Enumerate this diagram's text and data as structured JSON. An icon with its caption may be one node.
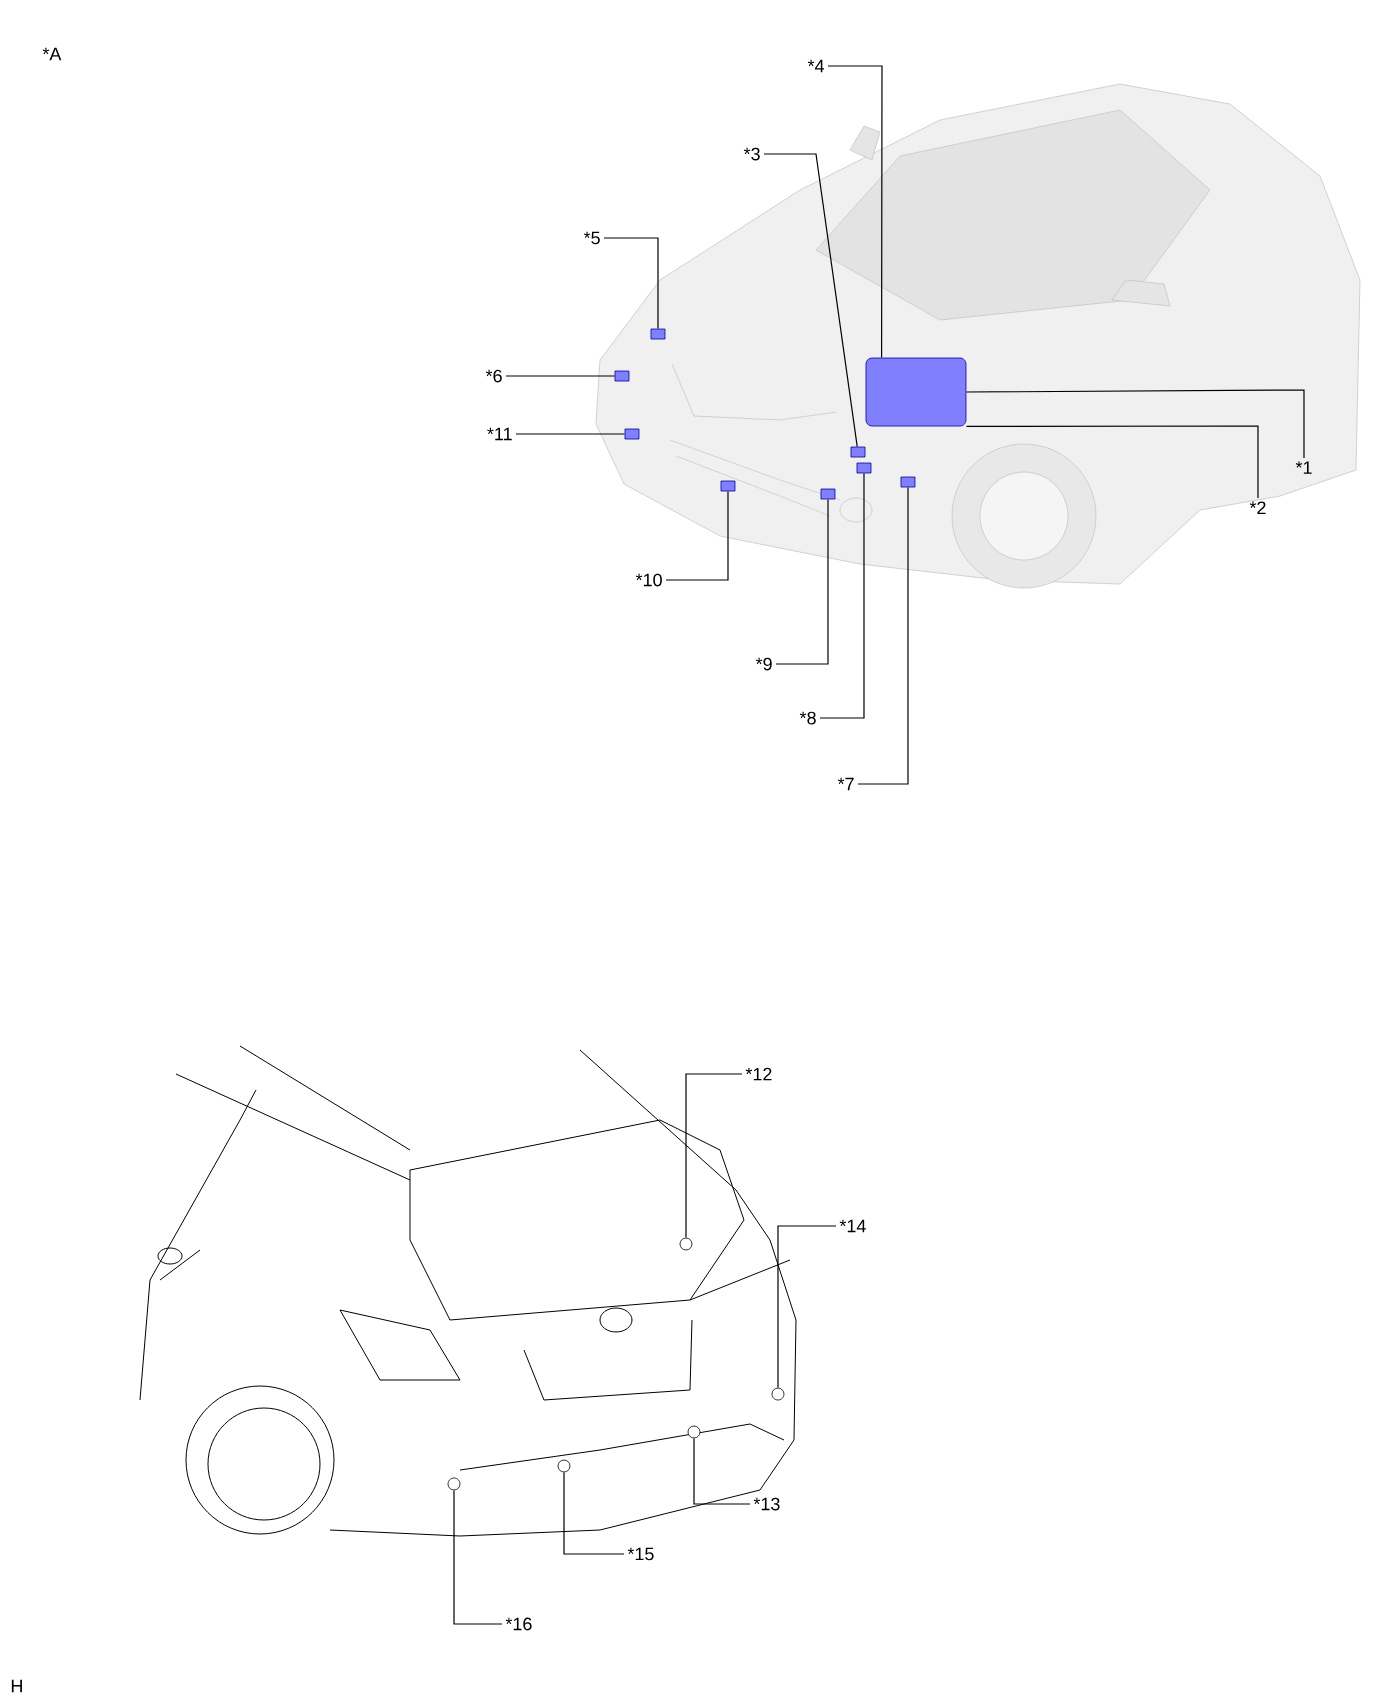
{
  "diagram": {
    "nodes": [
      {
        "text": [
          "*1"
        ]
      },
      {
        "text": [
          "*2"
        ]
      },
      {
        "text": [
          "*3"
        ]
      },
      {
        "text": [
          "*4"
        ]
      },
      {
        "text": [
          "*5"
        ]
      },
      {
        "text": [
          "*6"
        ]
      },
      {
        "text": [
          "*7"
        ]
      },
      {
        "text": [
          "*8"
        ]
      },
      {
        "text": [
          "*9"
        ]
      },
      {
        "text": [
          "*10"
        ]
      },
      {
        "text": [
          "*11"
        ]
      },
      {
        "text": [
          "*12"
        ]
      },
      {
        "text": [
          "*13"
        ]
      },
      {
        "text": [
          "*14"
        ]
      },
      {
        "text": [
          "*15"
        ]
      },
      {
        "text": [
          "*16"
        ]
      },
      {
        "text": [],
        "shape": "box"
      },
      {
        "text": [],
        "shape": "box"
      },
      {
        "text": [],
        "shape": "box"
      },
      {
        "text": [],
        "shape": "box"
      },
      {
        "text": [],
        "shape": "box"
      },
      {
        "text": [],
        "shape": "box"
      },
      {
        "text": [],
        "shape": "box"
      },
      {
        "text": [],
        "shape": "box"
      },
      {
        "text": [],
        "shape": "box"
      },
      {
        "text": [],
        "shape": "circle"
      },
      {
        "text": [],
        "shape": "circle"
      },
      {
        "text": [],
        "shape": "circle"
      },
      {
        "text": [],
        "shape": "circle"
      },
      {
        "text": [],
        "shape": "circle"
      }
    ],
    "edges": [
      {
        "from": 0,
        "to": 16,
        "arrow": "none"
      },
      {
        "from": 1,
        "to": 16,
        "arrow": "none"
      },
      {
        "from": 2,
        "to": 17,
        "arrow": "none"
      },
      {
        "from": 3,
        "to": 16,
        "arrow": "none"
      },
      {
        "from": 4,
        "to": 18,
        "arrow": "none"
      },
      {
        "from": 5,
        "to": 19,
        "arrow": "none"
      },
      {
        "from": 6,
        "to": 20,
        "arrow": "none"
      },
      {
        "from": 7,
        "to": 21,
        "arrow": "none"
      },
      {
        "from": 8,
        "to": 22,
        "arrow": "none"
      },
      {
        "from": 9,
        "to": 23,
        "arrow": "none"
      },
      {
        "from": 10,
        "to": 24,
        "arrow": "none"
      },
      {
        "from": 11,
        "to": 25,
        "arrow": "none"
      },
      {
        "from": 12,
        "to": 26,
        "arrow": "none"
      },
      {
        "from": 13,
        "to": 27,
        "arrow": "none"
      },
      {
        "from": 14,
        "to": 28,
        "arrow": "none"
      },
      {
        "from": 15,
        "to": 29,
        "arrow": "none"
      }
    ],
    "labels": [
      "*A",
      "H"
    ]
  }
}
